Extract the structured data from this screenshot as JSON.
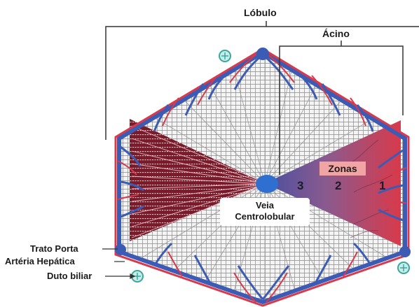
{
  "labels": {
    "lobulo": "Lóbulo",
    "acino": "Ácino",
    "zonas": "Zonas",
    "zone_3": "3",
    "zone_2": "2",
    "zone_1": "1",
    "veia_line1": "Veia",
    "veia_line2": "Centrolobular",
    "trato_porta": "Trato Porta",
    "arteria_hepatica": "Artéria Hepática",
    "duto_biliar": "Duto biliar"
  },
  "colors": {
    "portal_vein": "#3b5bb5",
    "artery": "#d9394a",
    "bile_duct": "#3aa89a",
    "zone_far": "#4a56a8",
    "zone_near": "#d8404e"
  }
}
